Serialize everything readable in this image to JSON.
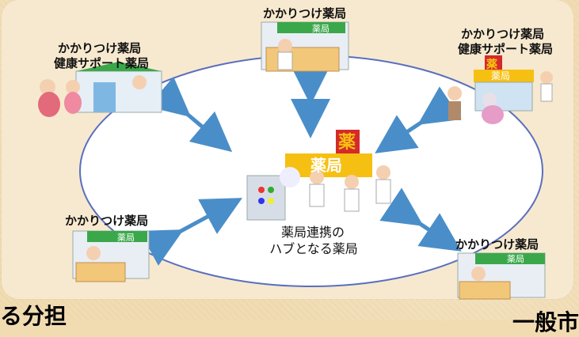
{
  "labels": {
    "top": "かかりつけ薬局",
    "top_left_1": "かかりつけ薬局",
    "top_left_2": "健康サポート薬局",
    "top_right_1": "かかりつけ薬局",
    "top_right_2": "健康サポート薬局",
    "bottom_left": "かかりつけ薬局",
    "bottom_right": "かかりつけ薬局",
    "center_1": "薬局連携の",
    "center_2": "ハブとなる薬局"
  },
  "signs": {
    "small": "薬局",
    "kusuri": "薬",
    "big": "薬局"
  },
  "footer": {
    "left": "る分担",
    "right": "一般市"
  },
  "colors": {
    "ellipse": "#5a6fbf",
    "arrow": "#4a8ec9",
    "green_sign": "#3aa84a",
    "red_sign": "#d42a2a",
    "yellow_awning": "#f6c012"
  }
}
